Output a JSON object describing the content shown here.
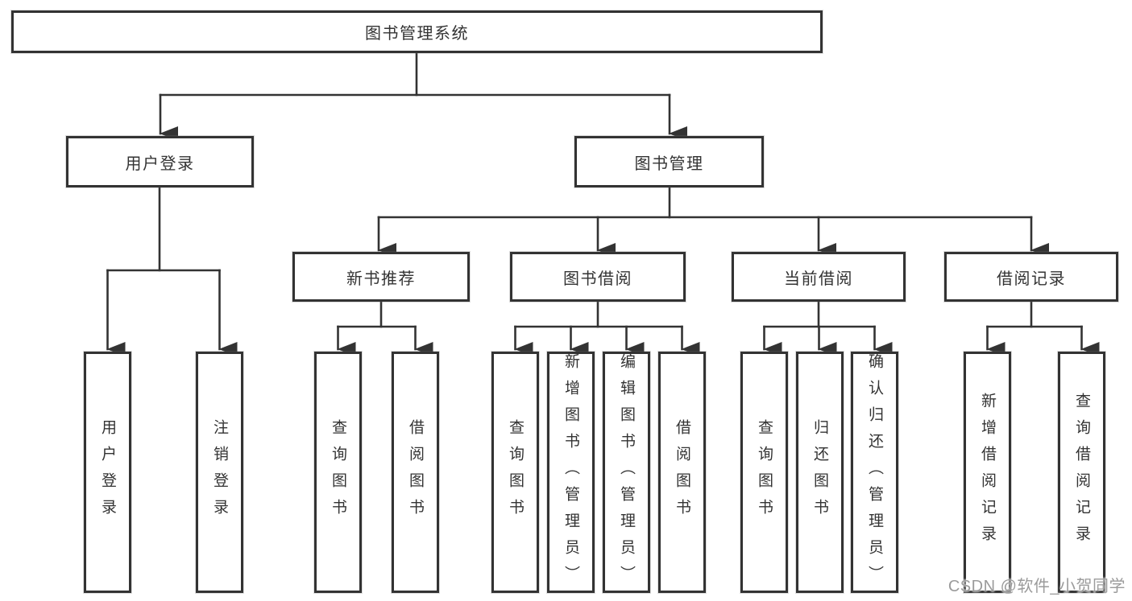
{
  "diagram": {
    "root": {
      "label": "图书管理系统"
    },
    "branches": {
      "user_login": {
        "label": "用户登录",
        "children": {
          "login": {
            "label": "用户登录"
          },
          "logout": {
            "label": "注销登录"
          }
        }
      },
      "book_mgmt": {
        "label": "图书管理",
        "children": {
          "new_book_rec": {
            "label": "新书推荐",
            "children": {
              "query_books": {
                "label": "查询图书"
              },
              "borrow_books": {
                "label": "借阅图书"
              }
            }
          },
          "book_borrow": {
            "label": "图书借阅",
            "children": {
              "query_books": {
                "label": "查询图书"
              },
              "add_books": {
                "label": "新增图书（管理员）"
              },
              "edit_books": {
                "label": "编辑图书（管理员）"
              },
              "borrow_books": {
                "label": "借阅图书"
              }
            }
          },
          "current_borrow": {
            "label": "当前借阅",
            "children": {
              "query_books": {
                "label": "查询图书"
              },
              "return_books": {
                "label": "归还图书"
              },
              "confirm_return": {
                "label": "确认归还（管理员）"
              }
            }
          },
          "borrow_record": {
            "label": "借阅记录",
            "children": {
              "add_record": {
                "label": "新增借阅记录"
              },
              "query_record": {
                "label": "查询借阅记录"
              }
            }
          }
        }
      }
    }
  },
  "watermark": {
    "text": "CSDN @软件_小贺同学"
  },
  "colors": {
    "line": "#333333",
    "box_border": "#333333",
    "box_fill": "#ffffff",
    "text": "#333333",
    "watermark": "#9b9b9b",
    "background": "#ffffff"
  }
}
